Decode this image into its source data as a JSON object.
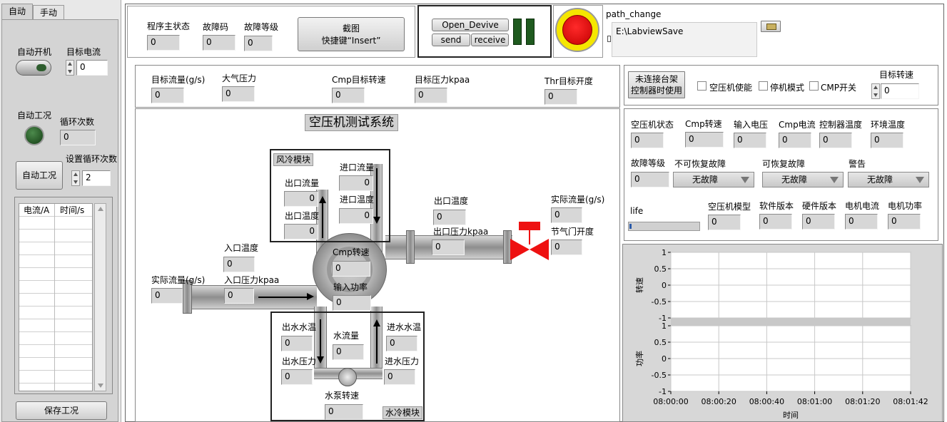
{
  "left_panel": {
    "tabs": [
      "自动",
      "手动"
    ],
    "auto_on_label": "自动开机",
    "target_current_label": "目标电流",
    "target_current_value": "0",
    "auto_status_label": "自动工况",
    "loop_count_label": "循环次数",
    "loop_count_value": "0",
    "set_loop_label": "设置循环次数",
    "set_loop_value": "2",
    "auto_btn": "自动工况",
    "table_headers": [
      "电流/A",
      "时间/s"
    ],
    "save_btn": "保存工况"
  },
  "top": {
    "main_status_label": "程序主状态",
    "main_status_value": "0",
    "fault_code_label": "故障码",
    "fault_code_value": "0",
    "fault_level_label": "故障等级",
    "fault_level_value": "0",
    "screenshot_btn_line1": "截图",
    "screenshot_btn_line2": "快捷键“Insert”",
    "open_btn": "Open_Devive",
    "send_btn": "send",
    "receive_btn": "receive",
    "path_label": "path_change",
    "path_value": "E:\\LabviewSave",
    "colors": {
      "stop_red": "#ee0000",
      "stop_ring": "#f5e600",
      "led_green": "#1f5a1f"
    }
  },
  "targets": {
    "flow_label": "目标流量(g/s)",
    "flow_value": "0",
    "atm_label": "大气压力",
    "atm_value": "0",
    "cmp_speed_label": "Cmp目标转速",
    "cmp_speed_value": "0",
    "pressure_label": "目标压力kpaa",
    "pressure_value": "0",
    "thr_label": "Thr目标开度",
    "thr_value": "0"
  },
  "right_top": {
    "not_connected_line1": "未连接台架",
    "not_connected_line2": "控制器时使用",
    "cb_enable": "空压机使能",
    "cb_stop": "停机模式",
    "cb_cmp": "CMP开关",
    "target_speed_label": "目标转速",
    "target_speed_value": "0"
  },
  "status": {
    "labels": [
      "空压机状态",
      "Cmp转速",
      "输入电压",
      "Cmp电流",
      "控制器温度",
      "环境温度"
    ],
    "values": [
      "0",
      "0",
      "0",
      "0",
      "0",
      "0"
    ],
    "fault_level_label": "故障等级",
    "fault_level_value": "0",
    "nonrecover_label": "不可恢复故障",
    "nonrecover_value": "无故障",
    "recover_label": "可恢复故障",
    "recover_value": "无故障",
    "warn_label": "警告",
    "warn_value": "无故障",
    "life_label": "life",
    "labels2": [
      "空压机模型",
      "软件版本",
      "硬件版本",
      "电机电流",
      "电机功率"
    ],
    "values2": [
      "0",
      "0",
      "0",
      "0",
      "0"
    ]
  },
  "diagram": {
    "title": "空压机测试系统",
    "air_cool_label": "风冷模块",
    "air_out_flow_label": "出口流量",
    "air_out_flow_value": "0",
    "air_out_temp_label": "出口温度",
    "air_out_temp_value": "0",
    "air_in_flow_label": "进口流量",
    "air_in_flow_value": "0",
    "air_in_temp_label": "进口温度",
    "air_in_temp_value": "0",
    "outlet_temp_label": "出口温度",
    "outlet_temp_value": "0",
    "outlet_pressure_label": "出口压力kpaa",
    "outlet_pressure_value": "0",
    "actual_flow_r_label": "实际流量(g/s)",
    "actual_flow_r_value": "0",
    "throttle_label": "节气门开度",
    "throttle_value": "0",
    "inlet_temp_label": "入口温度",
    "inlet_temp_value": "0",
    "actual_flow_l_label": "实际流量(g/s)",
    "actual_flow_l_value": "0",
    "inlet_pressure_label": "入口压力kpaa",
    "inlet_pressure_value": "0",
    "cmp_speed_label": "Cmp转速",
    "cmp_speed_value": "0",
    "input_power_label": "输入功率",
    "input_power_value": "0",
    "water_cool_label": "水冷模块",
    "water_out_temp_label": "出水水温",
    "water_out_temp_value": "0",
    "water_out_pressure_label": "出水压力",
    "water_out_pressure_value": "0",
    "water_flow_label": "水流量",
    "water_flow_value": "0",
    "water_in_temp_label": "进水水温",
    "water_in_temp_value": "0",
    "water_in_pressure_label": "进水压力",
    "water_in_pressure_value": "0",
    "pump_speed_label": "水泵转速",
    "pump_speed_value": "0"
  },
  "chart": {
    "xlabel": "时间",
    "top_ylabel": "转速",
    "bottom_ylabel": "功率",
    "yticks": [
      "1",
      "0.5",
      "0",
      "-0.5",
      "-1"
    ],
    "xticks": [
      "08:00:00",
      "08:00:20",
      "08:00:40",
      "08:01:00",
      "08:01:20",
      "08:01:42"
    ]
  },
  "chart_data": {
    "type": "line",
    "xlabel": "时间",
    "x": [
      "08:00:00",
      "08:00:20",
      "08:00:40",
      "08:01:00",
      "08:01:20",
      "08:01:42"
    ],
    "series": [],
    "subplots": [
      {
        "ylabel": "转速",
        "ylim": [
          -1,
          1
        ]
      },
      {
        "ylabel": "功率",
        "ylim": [
          -1,
          1
        ]
      }
    ],
    "grid": true
  }
}
